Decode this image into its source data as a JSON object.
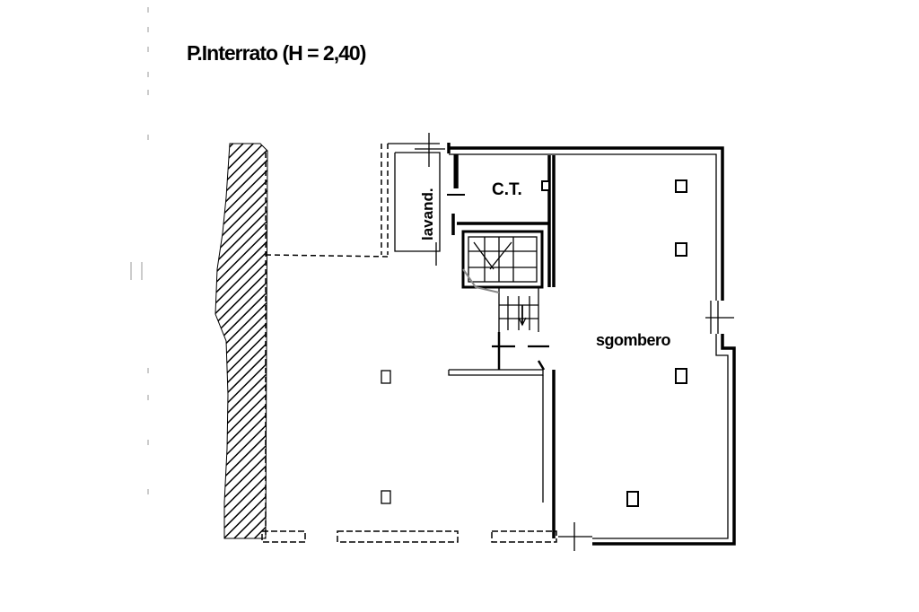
{
  "title": "P.Interrato (H = 2,40)",
  "rooms": {
    "lavanderia": "lavand.",
    "centrale_termica": "C.T.",
    "sgombero": "sgombero"
  }
}
